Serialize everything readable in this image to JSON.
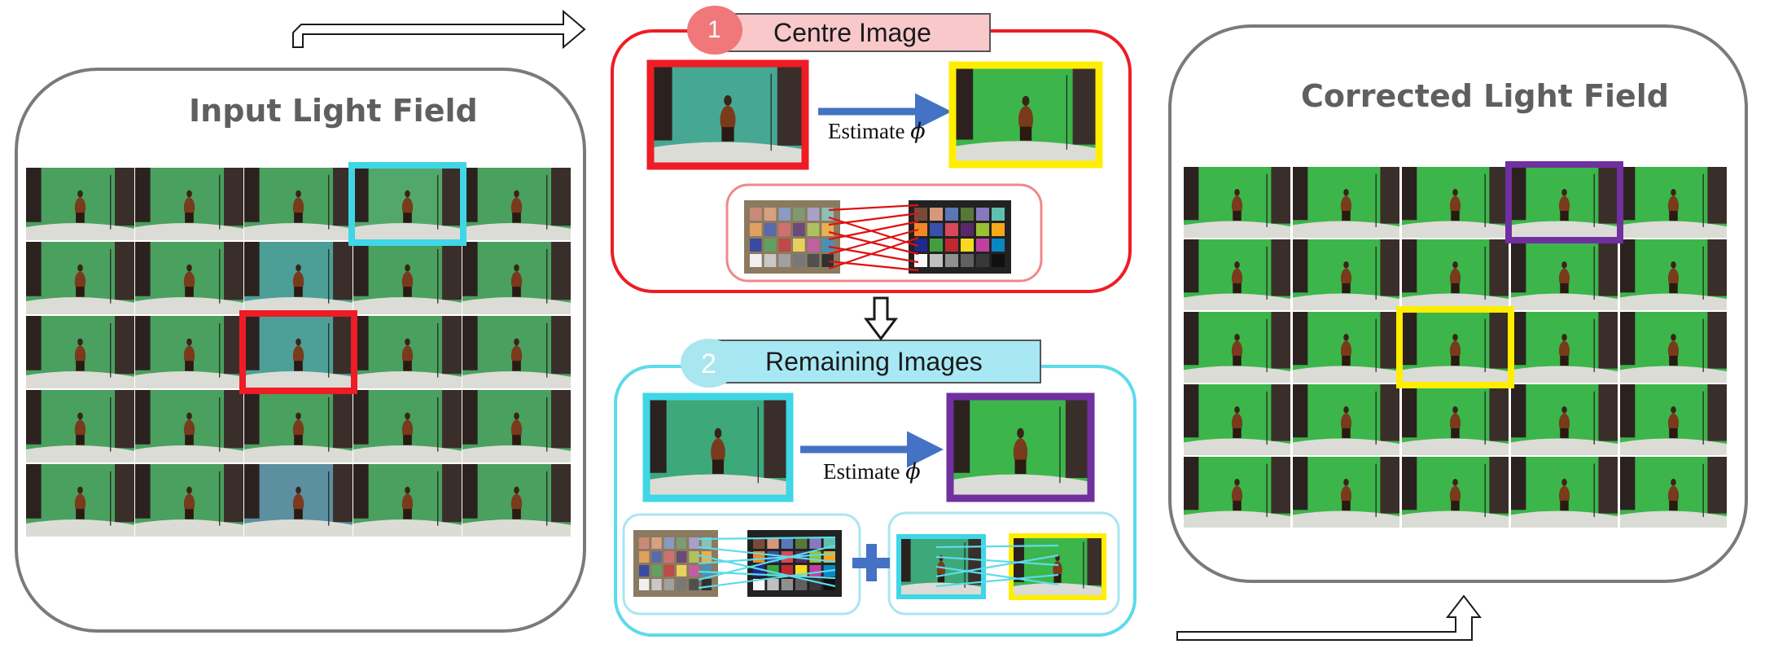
{
  "input_panel": {
    "title": "Input Light Field"
  },
  "corrected_panel": {
    "title": "Corrected Light Field"
  },
  "step1": {
    "number": "1",
    "label": "Centre Image",
    "estimate_text": "Estimate",
    "estimate_symbol": "ϕ"
  },
  "step2": {
    "number": "2",
    "label": "Remaining Images",
    "estimate_text": "Estimate",
    "estimate_symbol": "ϕ"
  },
  "grid": {
    "rows": 5,
    "cols": 5
  },
  "highlights": {
    "input": [
      {
        "row": 0,
        "col": 3,
        "color": "#3fd6e6"
      },
      {
        "row": 2,
        "col": 2,
        "color": "#ee1c24"
      }
    ],
    "corrected": [
      {
        "row": 0,
        "col": 3,
        "color": "#7030a0"
      },
      {
        "row": 2,
        "col": 2,
        "color": "#ffee00"
      }
    ]
  },
  "input_tints": [
    [
      "#4aa05e",
      "#4aa05e",
      "#4aa05e",
      "#52a86a",
      "#4aa05e"
    ],
    [
      "#4aa05e",
      "#4aa05e",
      "#4b9f97",
      "#4aa05e",
      "#4aa05e"
    ],
    [
      "#4aa05e",
      "#4aa05e",
      "#4e9f98",
      "#4aa05e",
      "#4aa05e"
    ],
    [
      "#4aa05e",
      "#4aa05e",
      "#4aa05e",
      "#4aa05e",
      "#4aa05e"
    ],
    [
      "#4aa05e",
      "#4aa05e",
      "#5c8fa0",
      "#4aa05e",
      "#4aa05e"
    ]
  ],
  "colors": {
    "panel_border": "#7a7a7a",
    "step1_border": "#ee1c24",
    "step1_badge": "#f0787a",
    "step1_label_bg": "#f8c8ca",
    "step2_border": "#5cdbeb",
    "step2_badge": "#a8e6f0",
    "step2_label_bg": "#a8e8f4",
    "arrow_blue": "#4472c4",
    "corrected_green": "#3cb54a",
    "teal_bg": "#46a892"
  }
}
